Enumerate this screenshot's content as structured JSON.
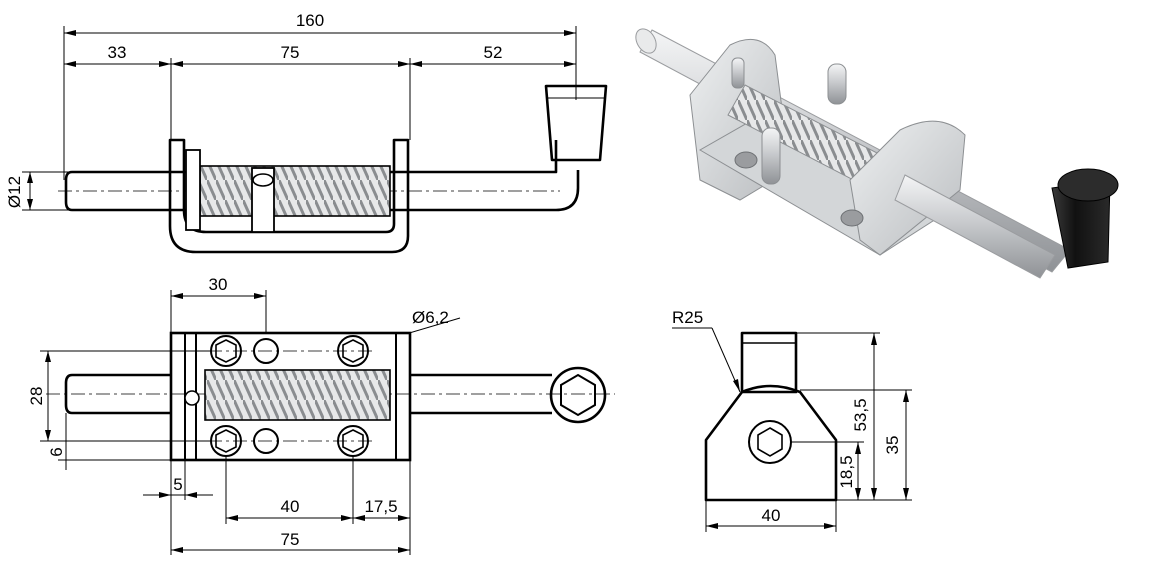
{
  "drawing": {
    "elevation_view": {
      "overall_length": "160",
      "left_pin": "33",
      "body_length": "75",
      "handle_offset": "52",
      "pin_diameter": "Ø12"
    },
    "plan_view": {
      "bolt_spacing_x": "30",
      "hole_diameter": "Ø6,2",
      "hole_spacing_y": "28",
      "pin_offset_y": "6",
      "flange": "5",
      "bolt_spacing_inner": "40",
      "bolt_edge": "17,5",
      "body_length": "75"
    },
    "end_view": {
      "radius": "R25",
      "height_to_handle": "53,5",
      "height": "35",
      "pin_height": "18,5",
      "width": "40"
    },
    "iso_view": {
      "description_colors": {
        "metal": "#d8dadc",
        "knob": "#1c1c1c"
      }
    }
  }
}
